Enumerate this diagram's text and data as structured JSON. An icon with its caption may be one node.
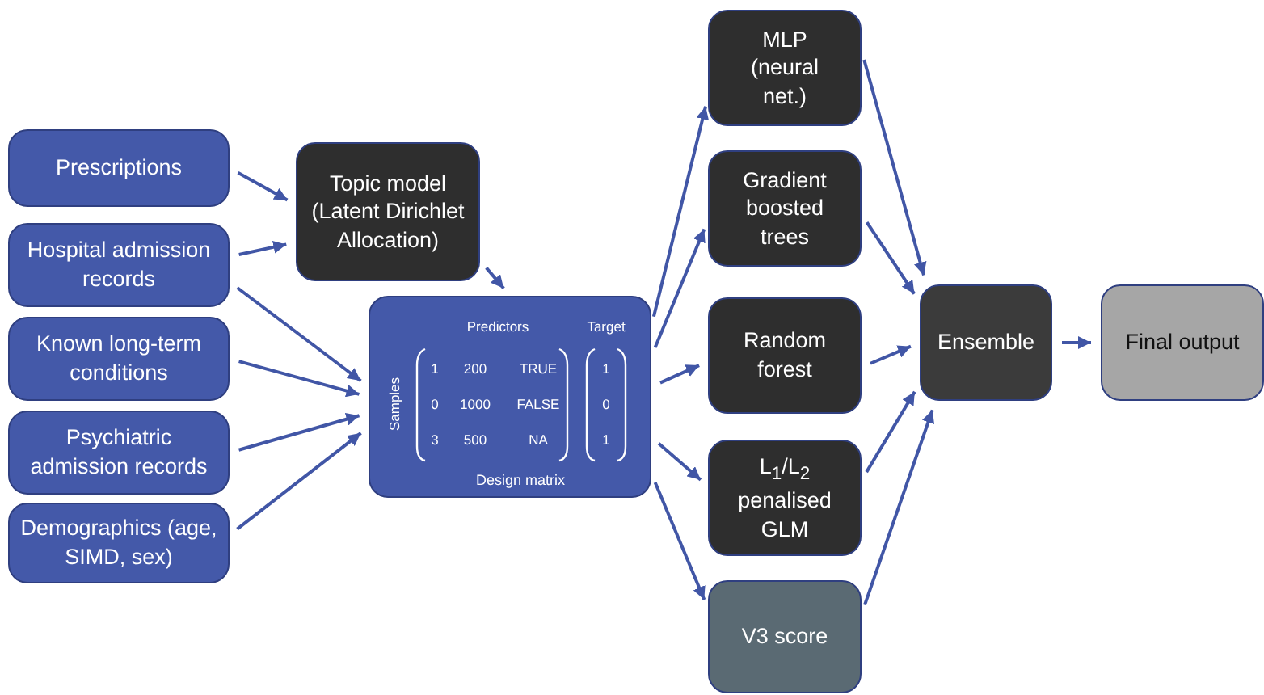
{
  "diagram": {
    "nodes": [
      {
        "text": [
          "Prescriptions"
        ]
      },
      {
        "text": [
          "Hospital admission records"
        ]
      },
      {
        "text": [
          "Known long-term conditions"
        ]
      },
      {
        "text": [
          "Psychiatric admission records"
        ]
      },
      {
        "text": [
          "Demographics (age, SIMD, sex)"
        ]
      },
      {
        "text": [
          "Topic model (Latent Dirichlet Allocation)"
        ]
      },
      {
        "text": [
          "Predictors",
          "Target",
          "Samples",
          "1",
          "200",
          "TRUE",
          "0",
          "1000",
          "FALSE",
          "3",
          "500",
          "NA",
          "1",
          "0",
          "1",
          "Design matrix"
        ]
      },
      {
        "text": [
          "MLP (neural net.)"
        ]
      },
      {
        "text": [
          "Gradient boosted trees"
        ]
      },
      {
        "text": [
          "Random forest"
        ]
      },
      {
        "text": [
          "L$_{1}$/L$_{2}$ penalised GLM"
        ]
      },
      {
        "text": [
          "V3 score"
        ]
      },
      {
        "text": [
          "Ensemble"
        ]
      },
      {
        "text": [
          "Final output"
        ]
      }
    ],
    "edges": [
      {
        "from": 0,
        "to": 5,
        "arrow": "to"
      },
      {
        "from": 1,
        "to": 5,
        "arrow": "to"
      },
      {
        "from": 1,
        "to": 6,
        "arrow": "to"
      },
      {
        "from": 2,
        "to": 6,
        "arrow": "to"
      },
      {
        "from": 3,
        "to": 6,
        "arrow": "to"
      },
      {
        "from": 4,
        "to": 6,
        "arrow": "to"
      },
      {
        "from": 5,
        "to": 6,
        "arrow": "to"
      },
      {
        "from": 6,
        "to": 7,
        "arrow": "to"
      },
      {
        "from": 6,
        "to": 8,
        "arrow": "to"
      },
      {
        "from": 6,
        "to": 9,
        "arrow": "to"
      },
      {
        "from": 6,
        "to": 10,
        "arrow": "to"
      },
      {
        "from": 6,
        "to": 11,
        "arrow": "to"
      },
      {
        "from": 7,
        "to": 12,
        "arrow": "to"
      },
      {
        "from": 8,
        "to": 12,
        "arrow": "to"
      },
      {
        "from": 9,
        "to": 12,
        "arrow": "to"
      },
      {
        "from": 10,
        "to": 12,
        "arrow": "to"
      },
      {
        "from": 11,
        "to": 12,
        "arrow": "to"
      },
      {
        "from": 12,
        "to": 13,
        "arrow": "to"
      }
    ]
  }
}
